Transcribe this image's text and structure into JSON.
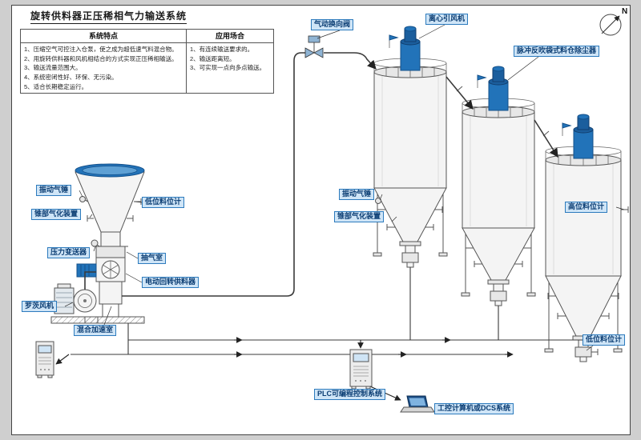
{
  "title": "旋转供料器正压稀相气力输送系统",
  "compass": {
    "letter": "N"
  },
  "table": {
    "headers": {
      "features": "系统特点",
      "applications": "应用场合"
    },
    "features": [
      "1、压缩空气可控注入仓泵，使之成为超低速气料混合物。",
      "2、用旋转供料器和风机相结合的方式实现正压稀相输送。",
      "3、输送流量范围大。",
      "4、系统密闭性好、环保、无污染。",
      "5、适合长期稳定运行。"
    ],
    "applications": [
      "1、有连续输送要求的。",
      "2、输送距离短。",
      "3、可实现一点向多点输送。"
    ]
  },
  "labels": {
    "diverter_valve": "气动换向阀",
    "centrifugal_fan": "离心引风机",
    "pulse_bag_filter": "脉冲反吹袋式料仓除尘器",
    "air_hammer_hopper": "振动气锤",
    "low_level_hopper": "低位料位计",
    "cone_aeration_hopper": "锥部气化装置",
    "pressure_transmitter": "压力变送器",
    "suction_chamber": "抽气室",
    "rotary_feeder": "电动回转供料器",
    "roots_blower": "罗茨风机",
    "mixing_chamber": "混合加速室",
    "air_hammer_silo": "振动气锤",
    "cone_aeration_silo": "锥部气化装置",
    "high_level_silo": "高位料位计",
    "low_level_silo": "低位料位计",
    "plc_system": "PLC可编程控制系统",
    "dcs_system": "工控计算机或DCS系统"
  },
  "colors": {
    "accent_blue": "#2273b9",
    "label_bg": "#cfe5f7",
    "label_border": "#2d7bbd",
    "label_text": "#0b3d73"
  }
}
